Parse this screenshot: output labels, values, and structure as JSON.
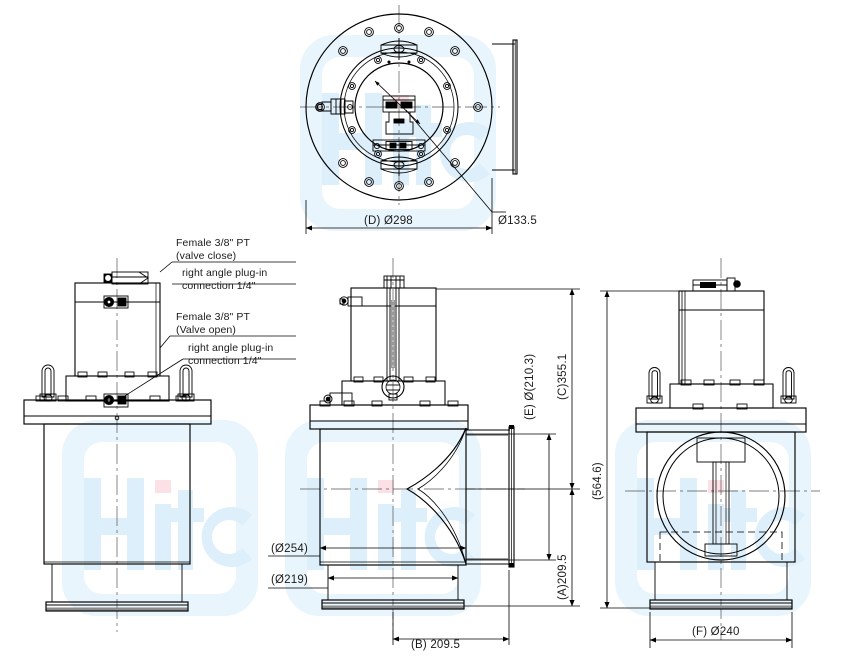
{
  "drawing": {
    "type": "engineering-drawing",
    "subject": "Pneumatic angle / poppet vacuum valve",
    "watermark_text": "Htc",
    "watermark_color": "#e2f2fb",
    "watermark_accent_color": "#fbe3e7",
    "line_color": "#000000"
  },
  "notes": [
    {
      "id": "note-valve-close",
      "line1": "Female 3/8\" PT",
      "line2": "(valve close)",
      "line3": "right angle plug-in",
      "line4": "connection 1/4\""
    },
    {
      "id": "note-valve-open",
      "line1": "Female 3/8\" PT",
      "line2": "(Valve open)",
      "line3": "right angle plug-in",
      "line4": "connection 1/4\""
    }
  ],
  "views": [
    {
      "id": "top-view",
      "name": "Top plan view"
    },
    {
      "id": "front-view",
      "name": "Front elevation view"
    },
    {
      "id": "side-view",
      "name": "Side section view"
    },
    {
      "id": "rear-view",
      "name": "Rear elevation view"
    }
  ],
  "dimensions": {
    "top_view": {
      "outer_flange": "(D) Ø298",
      "bore": "Ø133.5"
    },
    "side_view": {
      "body_outer": "(Ø254)",
      "body_inner": "(Ø219)",
      "width": "(B) 209.5",
      "port_dia": "(E) Ø(210.3)",
      "height_total": "(C)355.1",
      "height_lower": "(A)209.5"
    },
    "rear_view": {
      "overall_height": "(564.6)",
      "base_dia": "(F) Ø240"
    }
  }
}
